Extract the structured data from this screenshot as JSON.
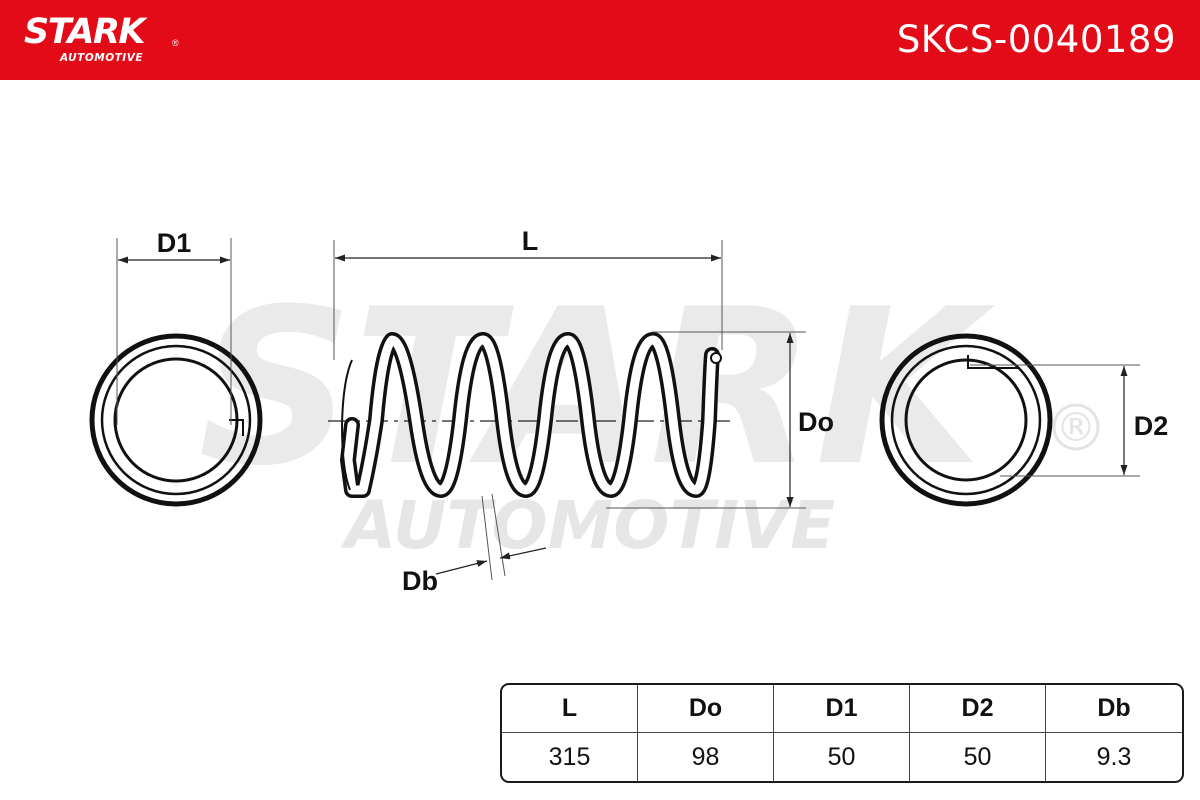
{
  "brand": {
    "logo_text": "STARK",
    "logo_registered": "®",
    "logo_subtext": "AUTOMOTIVE",
    "color_red": "#e30b17"
  },
  "header": {
    "part_number": "SKCS-0040189"
  },
  "diagram": {
    "watermark_main": "STARK",
    "watermark_sub": "AUTOMOTIVE",
    "watermark_registered": "®",
    "labels": {
      "d1": "D1",
      "l": "L",
      "do": "Do",
      "db": "Db",
      "d2": "D2"
    }
  },
  "spec_table": {
    "headers": [
      "L",
      "Do",
      "D1",
      "D2",
      "Db"
    ],
    "values": [
      "315",
      "98",
      "50",
      "50",
      "9.3"
    ]
  }
}
